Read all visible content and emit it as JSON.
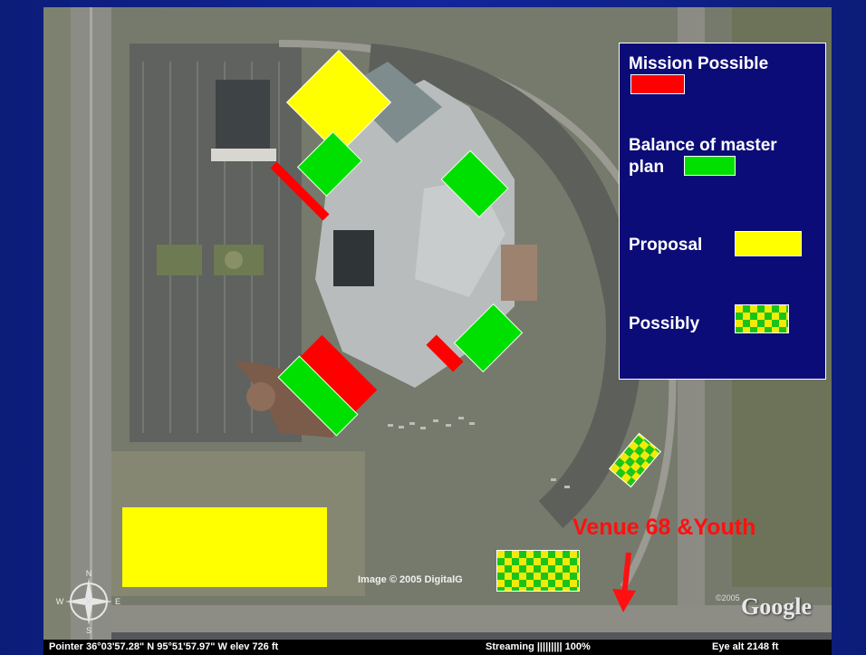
{
  "legend": {
    "mission_possible": "Mission Possible",
    "balance_line1": "Balance of master",
    "balance_line2": "plan",
    "proposal": "Proposal",
    "possibly": "Possibly"
  },
  "colors": {
    "mission_possible": "#ff0000",
    "balance": "#00e000",
    "proposal": "#ffff00",
    "possibly_a": "#19c419",
    "possibly_b": "#f2ea0a"
  },
  "annotation": {
    "venue": "Venue 68 &Youth"
  },
  "map": {
    "copyright": "Image © 2005 DigitalG",
    "google": "Google",
    "google_prefix": "©2005"
  },
  "status": {
    "pointer": "Pointer 36°03'57.28\" N   95°51'57.97\" W   elev   726 ft",
    "streaming": "Streaming ||||||||| 100%",
    "eye_alt": "Eye  alt   2148 ft"
  },
  "compass": {
    "n": "N",
    "s": "S",
    "e": "E",
    "w": "W"
  }
}
